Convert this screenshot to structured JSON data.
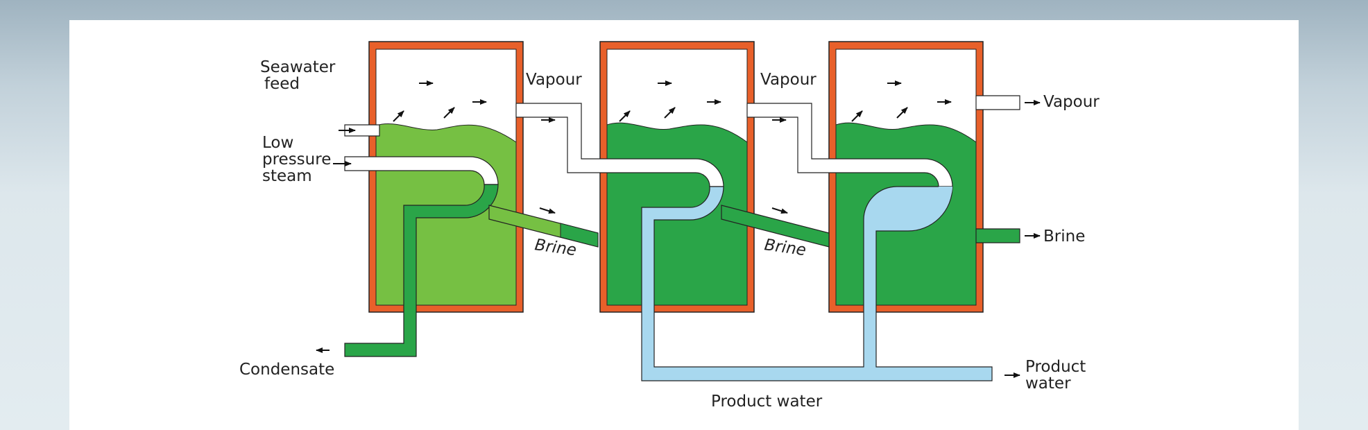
{
  "diagram": {
    "labels": {
      "seawater_feed": [
        "Seawater",
        "feed"
      ],
      "low_pressure_steam": [
        "Low",
        "pressure",
        "steam"
      ],
      "vapour_1": "Vapour",
      "vapour_2": "Vapour",
      "vapour_out": "Vapour",
      "brine_1": "Brine",
      "brine_2": "Brine",
      "brine_out": "Brine",
      "condensate": "Condensate",
      "product_water_right": [
        "Product",
        "water"
      ],
      "product_water_bottom": "Product water"
    },
    "colors": {
      "shell": "#e8602a",
      "light_green": "#76c043",
      "dark_green": "#2aa548",
      "product_water": "#a8d8ef",
      "background_top": "#9fb3c0",
      "background_bottom": "#e3ecf0"
    }
  }
}
